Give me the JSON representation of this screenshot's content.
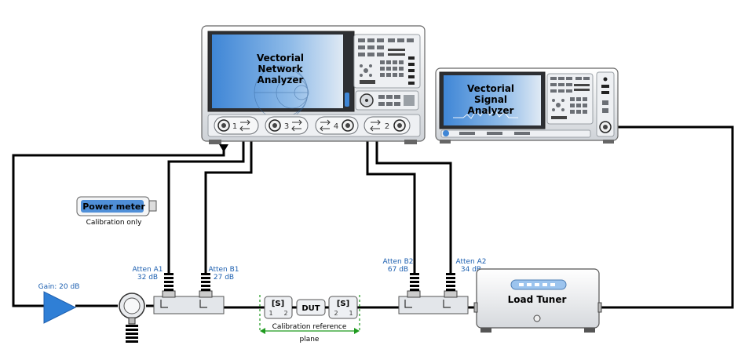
{
  "vna": {
    "title_lines": [
      "Vectorial",
      "Network",
      "Analyzer"
    ],
    "ports": [
      "1",
      "3",
      "4",
      "2"
    ]
  },
  "vsa": {
    "title_lines": [
      "Vectorial",
      "Signal",
      "Analyzer"
    ]
  },
  "power_meter": {
    "label": "Power meter",
    "caption": "Calibration only"
  },
  "amplifier": {
    "gain_label": "Gain: 20 dB"
  },
  "attenuators": {
    "a1": {
      "name": "Atten A1",
      "value": "32 dB"
    },
    "b1": {
      "name": "Atten B1",
      "value": "27 dB"
    },
    "b2": {
      "name": "Atten B2",
      "value": "67 dB"
    },
    "a2": {
      "name": "Atten A2",
      "value": "34 dB"
    }
  },
  "fixture": {
    "left": {
      "title": "[S]",
      "ports": [
        "1",
        "2"
      ]
    },
    "dut": "DUT",
    "right": {
      "title": "[S]",
      "ports": [
        "2",
        "1"
      ]
    }
  },
  "calibration_plane": [
    "Calibration reference",
    "plane"
  ],
  "load_tuner": {
    "label": "Load Tuner"
  },
  "colors": {
    "label_blue": "#1c5fb0",
    "plane_green": "#1e9a1e",
    "screen_blue": "#4f8fd8"
  }
}
